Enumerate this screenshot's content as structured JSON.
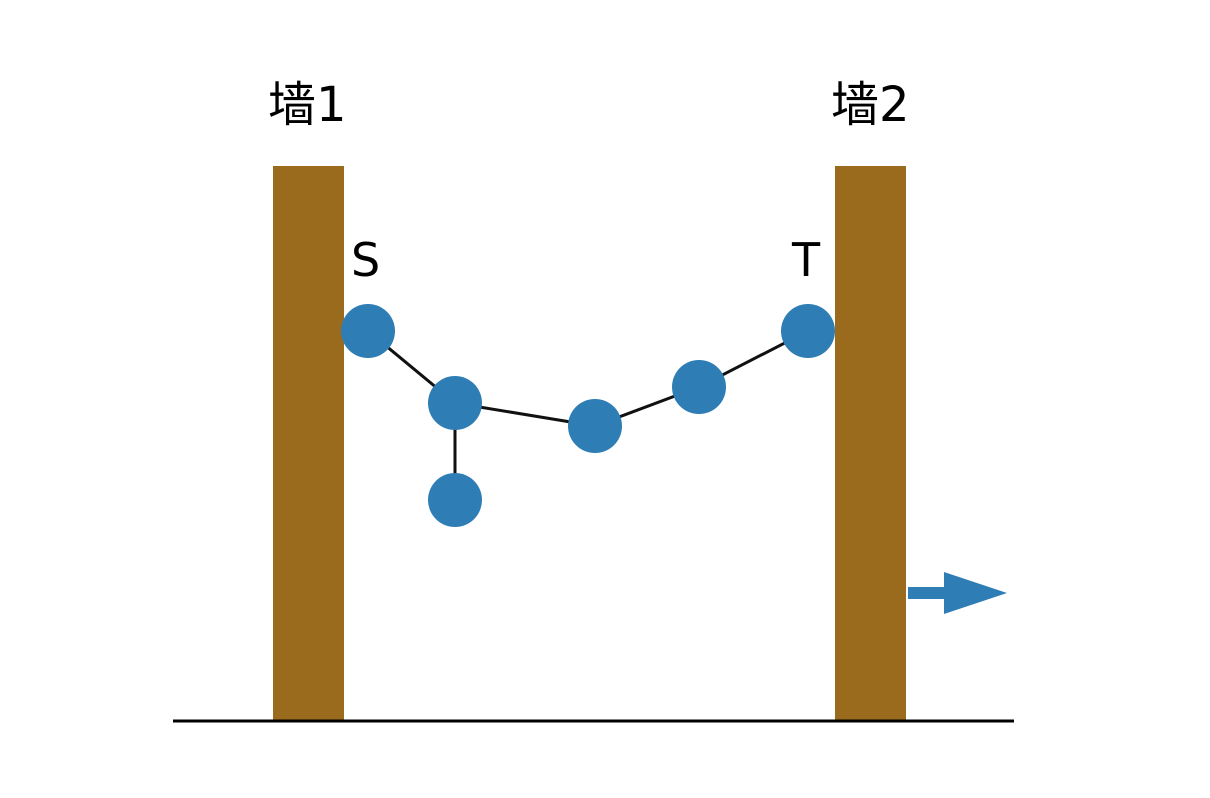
{
  "labels": {
    "wall1": "墙1",
    "wall2": "墙2",
    "source": "S",
    "target": "T"
  },
  "colors": {
    "wall": "#9a6b1d",
    "node": "#2f7db5",
    "line": "#111111",
    "background": "#ffffff"
  },
  "graph": {
    "nodes": [
      "S",
      "n1",
      "n2",
      "n3",
      "n4",
      "T"
    ],
    "edges": [
      [
        "S",
        "n1"
      ],
      [
        "n1",
        "n2"
      ],
      [
        "n1",
        "n3"
      ],
      [
        "n3",
        "n4"
      ],
      [
        "n4",
        "T"
      ]
    ]
  },
  "icons": {
    "motion_arrow": "arrow-right-icon"
  }
}
